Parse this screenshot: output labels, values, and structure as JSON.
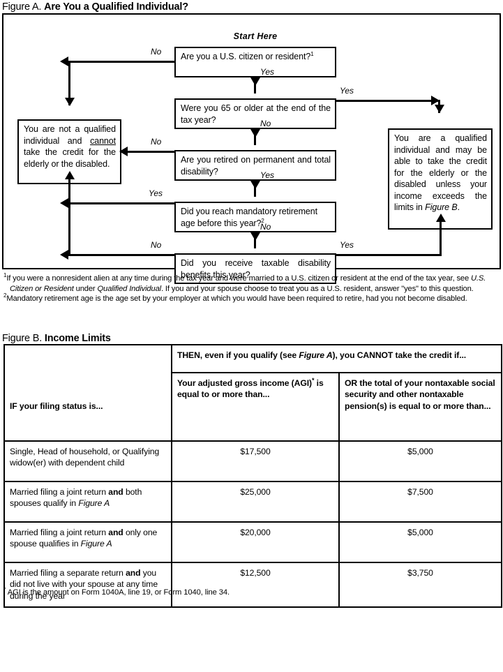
{
  "figure_a": {
    "label": "Figure A.",
    "title": "Are You a Qualified Individual?",
    "start_here": "Start Here",
    "boxes": {
      "citizen": "Are you a U.S. citizen or resident?",
      "citizen_sup": "1",
      "age65": "Were you 65 or older at the end of the tax year?",
      "retired": "Are you retired on permanent and total disability?",
      "mandatory": "Did you reach mandatory retirement age before this year?",
      "mandatory_sup": "2",
      "taxable": "Did you receive taxable disability benefits this year?",
      "not_qualified_pre": "You are not a qualified individual and ",
      "not_qualified_underline": "cannot",
      "not_qualified_post": " take the credit for the elderly or the disabled.",
      "qualified_pre": "You are a qualified individual and may be able to take the credit for the elderly or the disabled unless your income exceeds the limits in ",
      "qualified_italic": "Figure B",
      "qualified_post": "."
    },
    "labels": {
      "citizen_no": "No",
      "citizen_yes": "Yes",
      "age65_yes": "Yes",
      "age65_no": "No",
      "retired_no": "No",
      "retired_yes": "Yes",
      "mandatory_yes": "Yes",
      "mandatory_no": "No",
      "taxable_no": "No",
      "taxable_yes": "Yes"
    },
    "footnotes": [
      {
        "marker": "1",
        "parts": [
          {
            "t": "If you were a nonresident alien at any time during the tax year and were married to a U.S. citizen or resident at the end of the tax year, see ",
            "i": false
          },
          {
            "t": "U.S. Citizen or Resident",
            "i": true
          },
          {
            "t": " under ",
            "i": false
          },
          {
            "t": "Qualified Individual",
            "i": true
          },
          {
            "t": ". If you and your spouse choose to treat you as a U.S. resident, answer \"yes\" to this question.",
            "i": false
          }
        ]
      },
      {
        "marker": "2",
        "parts": [
          {
            "t": "Mandatory retirement age is the age set by your employer at which you would have been required to retire, had you not become disabled.",
            "i": false
          }
        ]
      }
    ]
  },
  "figure_b": {
    "label": "Figure B.",
    "title": "Income Limits",
    "header_span_pre": "THEN, even if you qualify (see ",
    "header_span_italic": "Figure A",
    "header_span_post": "), you CANNOT take the credit if...",
    "col1_header": "IF your filing status is...",
    "col2_header_pre": "Your adjusted gross income (AGI)",
    "col2_header_sup": "*",
    "col2_header_post": " is equal to or more than...",
    "col3_header": "OR the total of your nontaxable social security and other nontaxable pension(s) is equal to or more than...",
    "rows": [
      {
        "status_parts": [
          {
            "t": "Single, Head of household, or Qualifying widow(er) with dependent child",
            "b": false,
            "i": false
          }
        ],
        "agi": "$17,500",
        "nontaxable": "$5,000"
      },
      {
        "status_parts": [
          {
            "t": "Married filing a joint return ",
            "b": false,
            "i": false
          },
          {
            "t": "and",
            "b": true,
            "i": false
          },
          {
            "t": " both spouses qualify in ",
            "b": false,
            "i": false
          },
          {
            "t": "Figure A",
            "b": false,
            "i": true
          }
        ],
        "agi": "$25,000",
        "nontaxable": "$7,500"
      },
      {
        "status_parts": [
          {
            "t": "Married filing a joint return ",
            "b": false,
            "i": false
          },
          {
            "t": "and",
            "b": true,
            "i": false
          },
          {
            "t": " only one spouse qualifies in ",
            "b": false,
            "i": false
          },
          {
            "t": "Figure A",
            "b": false,
            "i": true
          }
        ],
        "agi": "$20,000",
        "nontaxable": "$5,000"
      },
      {
        "status_parts": [
          {
            "t": "Married filing a separate return ",
            "b": false,
            "i": false
          },
          {
            "t": "and",
            "b": true,
            "i": false
          },
          {
            "t": " you did not live with your spouse at any time during the year",
            "b": false,
            "i": false
          }
        ],
        "agi": "$12,500",
        "nontaxable": "$3,750"
      }
    ],
    "footnote_marker": "*",
    "footnote": " AGI is the amount on Form 1040A, line 19, or Form 1040, line 34."
  },
  "colors": {
    "ink": "#000000",
    "paper": "#ffffff"
  }
}
